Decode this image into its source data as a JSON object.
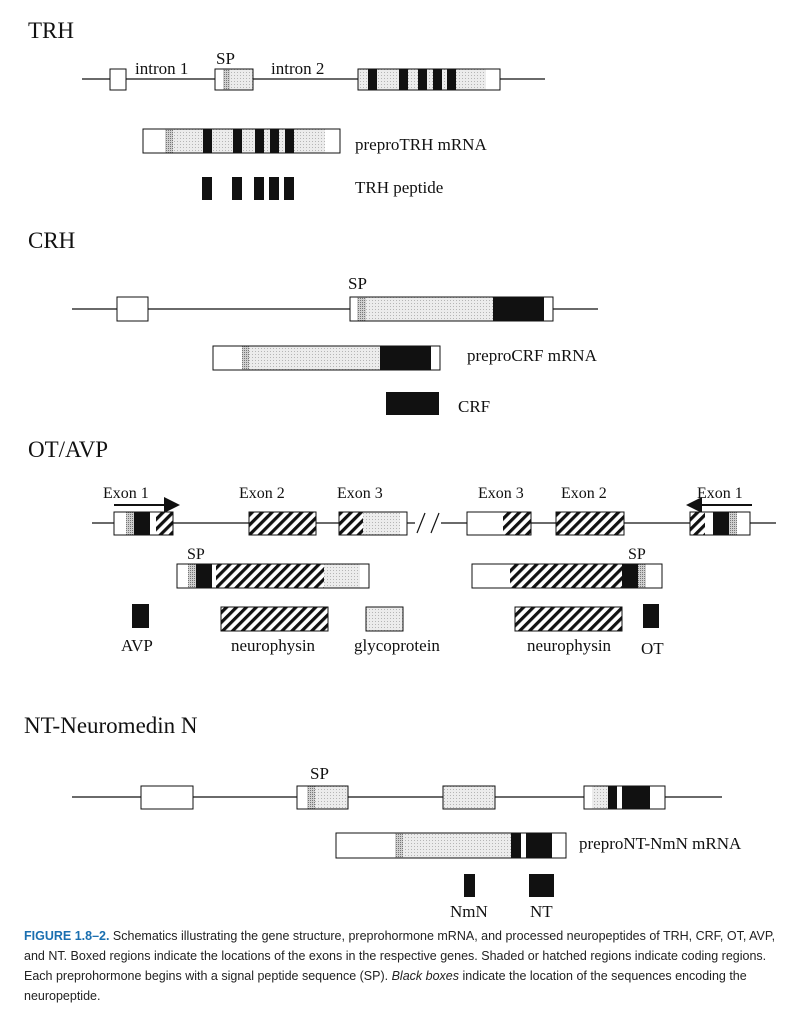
{
  "trh": {
    "title": "TRH",
    "intron1": "intron 1",
    "sp": "SP",
    "intron2": "intron 2",
    "mrna": "preproTRH mRNA",
    "peptide": "TRH peptide"
  },
  "crh": {
    "title": "CRH",
    "sp": "SP",
    "mrna": "preproCRF mRNA",
    "peptide": "CRF"
  },
  "otavp": {
    "title": "OT/AVP",
    "left_exon1": "Exon 1",
    "left_exon2": "Exon 2",
    "left_exon3": "Exon 3",
    "right_exon3": "Exon 3",
    "right_exon2": "Exon 2",
    "right_exon1": "Exon 1",
    "sp_left": "SP",
    "sp_right": "SP",
    "avp": "AVP",
    "neurophysin_left": "neurophysin",
    "glycoprotein": "glycoprotein",
    "neurophysin_right": "neurophysin",
    "ot": "OT"
  },
  "ntn": {
    "title": "NT-Neuromedin N",
    "sp": "SP",
    "mrna": "preproNT-NmN mRNA",
    "nmn": "NmN",
    "nt": "NT"
  },
  "caption": {
    "label": "FIGURE 1.8–2.",
    "text1": " Schematics illustrating the gene structure, preprohormone mRNA, and processed neuropeptides of TRH, CRF, OT, AVP, and NT. Boxed regions indicate the locations of the exons in the respective genes. Shaded or hatched regions indicate coding regions. Each preprohormone begins with a signal peptide sequence (SP). ",
    "italic": "Black boxes",
    "text2": " indicate the location of the sequences encoding the neuropeptide."
  }
}
